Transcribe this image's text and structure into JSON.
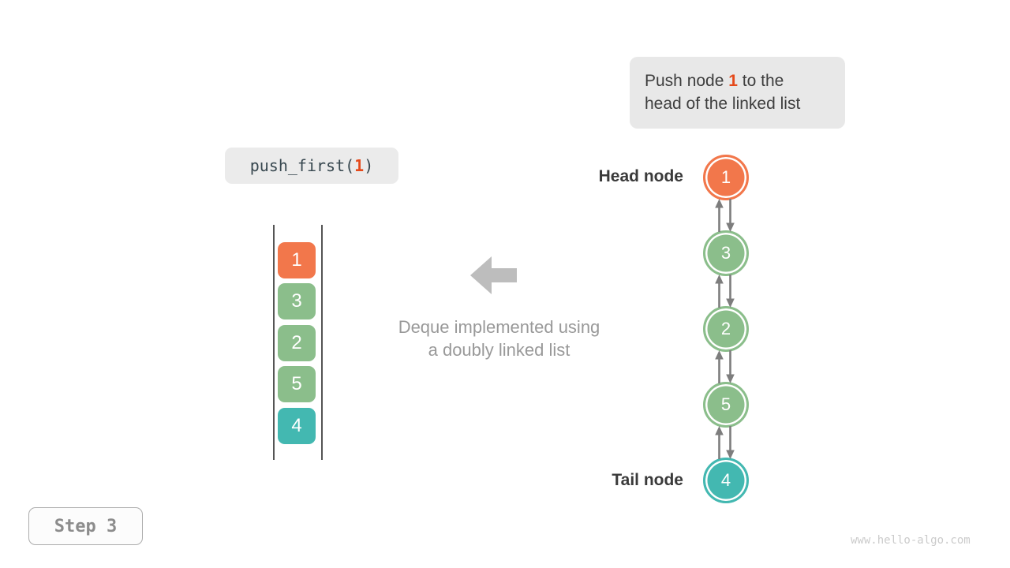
{
  "instruction": {
    "part1": "Push node ",
    "highlight": "1",
    "part2": " to the",
    "line2": "head of the linked list"
  },
  "code": {
    "before": "push_first(",
    "arg": "1",
    "after": ")"
  },
  "caption": {
    "line1": "Deque implemented using",
    "line2": "a doubly linked list"
  },
  "labels": {
    "head": "Head node",
    "tail": "Tail node"
  },
  "stack": {
    "items": [
      {
        "value": "1",
        "color": "orange"
      },
      {
        "value": "3",
        "color": "green"
      },
      {
        "value": "2",
        "color": "green"
      },
      {
        "value": "5",
        "color": "green"
      },
      {
        "value": "4",
        "color": "teal"
      }
    ]
  },
  "linked_list": {
    "nodes": [
      {
        "value": "1",
        "color": "orange"
      },
      {
        "value": "3",
        "color": "green"
      },
      {
        "value": "2",
        "color": "green"
      },
      {
        "value": "5",
        "color": "green"
      },
      {
        "value": "4",
        "color": "teal"
      }
    ]
  },
  "step_badge": {
    "label": "Step 3"
  },
  "watermark": "www.hello-algo.com",
  "colors": {
    "orange": "#f2774b",
    "green": "#8bbe8b",
    "teal": "#43b8b1",
    "highlight": "#e54a1b",
    "link_arrow": "#7d7d7d",
    "block_arrow": "#bdbdbd",
    "caption_text": "#999999",
    "label_text": "#3a3a3a",
    "instruction_box_fill": "#e8e8e8",
    "code_box_fill": "#ebebeb"
  }
}
